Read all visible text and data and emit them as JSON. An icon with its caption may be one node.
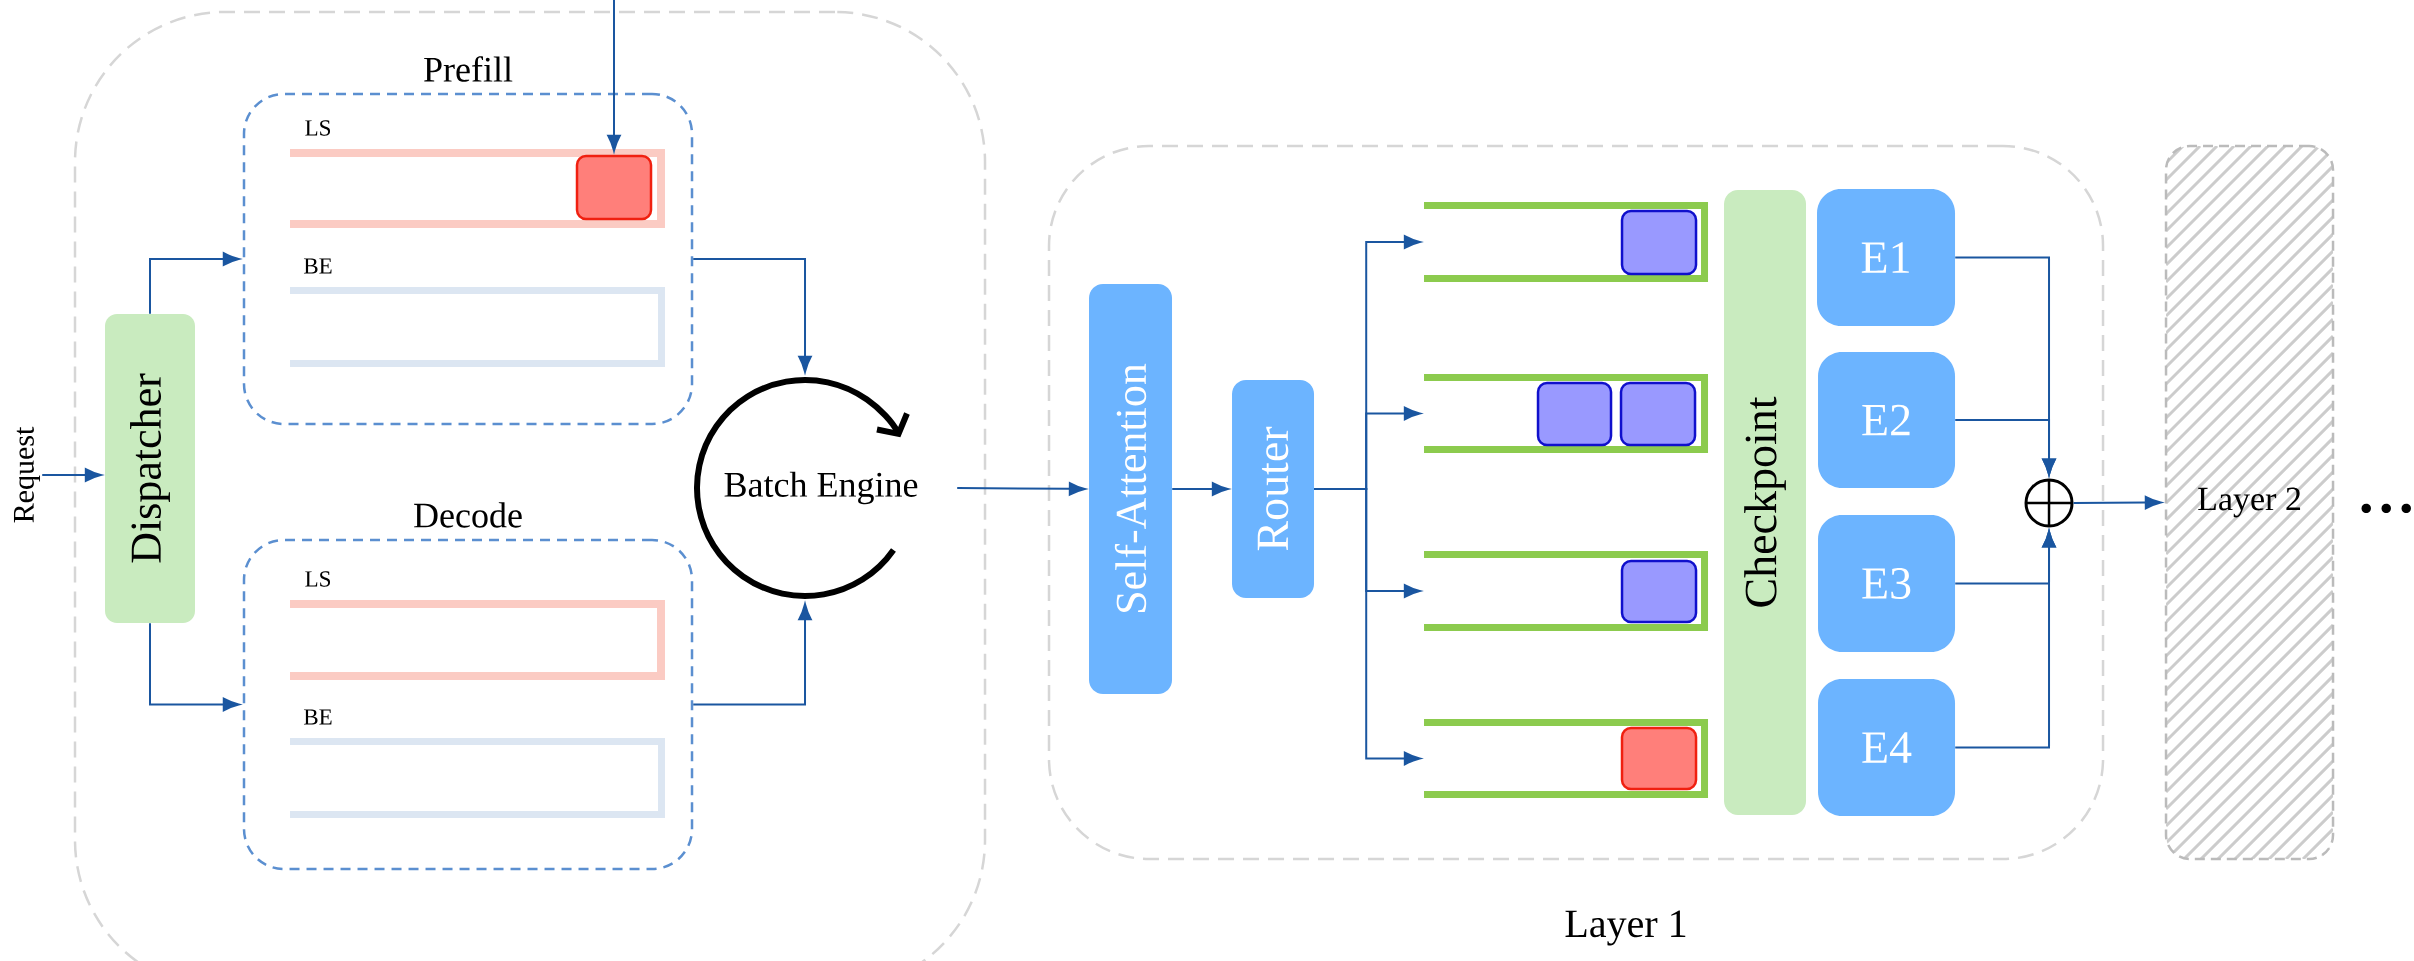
{
  "diagram": {
    "nodes": [
      {
        "text": [],
        "shape": "box"
      },
      {
        "text": [
          "Request"
        ]
      },
      {
        "text": [
          "Dispatcher"
        ],
        "in": 0
      },
      {
        "text": [
          "Prefill"
        ],
        "in": 0
      },
      {
        "text": [
          "LS"
        ],
        "in": 3
      },
      {
        "text": [],
        "shape": "box",
        "in": 4
      },
      {
        "text": [
          "BE"
        ],
        "in": 3
      },
      {
        "text": [
          "Decode"
        ],
        "in": 0
      },
      {
        "text": [
          "LS"
        ],
        "in": 7
      },
      {
        "text": [
          "BE"
        ],
        "in": 7
      },
      {
        "text": [
          "Batch Engine"
        ],
        "in": 0
      },
      {
        "text": [
          "Layer 1"
        ]
      },
      {
        "text": [
          "Self-Attention"
        ],
        "in": 11
      },
      {
        "text": [
          "Router"
        ],
        "in": 11
      },
      {
        "text": [],
        "shape": "box",
        "in": 11
      },
      {
        "text": [],
        "shape": "box",
        "in": 14
      },
      {
        "text": [],
        "shape": "box",
        "in": 11
      },
      {
        "text": [],
        "shape": "box",
        "in": 16
      },
      {
        "text": [],
        "shape": "box",
        "in": 16
      },
      {
        "text": [],
        "shape": "box",
        "in": 11
      },
      {
        "text": [],
        "shape": "box",
        "in": 19
      },
      {
        "text": [],
        "shape": "box",
        "in": 11
      },
      {
        "text": [],
        "shape": "box",
        "in": 21
      },
      {
        "text": [
          "Checkpoint"
        ],
        "in": 11
      },
      {
        "text": [
          "E1"
        ],
        "in": 11
      },
      {
        "text": [
          "E2"
        ],
        "in": 11
      },
      {
        "text": [
          "E3"
        ],
        "in": 11
      },
      {
        "text": [
          "E4"
        ],
        "in": 11
      },
      {
        "text": [],
        "shape": "circle",
        "in": 11
      },
      {
        "text": [
          "Layer 2"
        ]
      }
    ],
    "edges": [
      {
        "from": null,
        "to": 5,
        "arrow": "to"
      },
      {
        "from": 1,
        "to": 2,
        "arrow": "to"
      },
      {
        "from": 2,
        "to": 3,
        "arrow": "to"
      },
      {
        "from": 2,
        "to": 7,
        "arrow": "to"
      },
      {
        "from": 3,
        "to": 10,
        "arrow": "to"
      },
      {
        "from": 7,
        "to": 10,
        "arrow": "to"
      },
      {
        "from": 10,
        "to": 12,
        "arrow": "to"
      },
      {
        "from": 12,
        "to": 13,
        "arrow": "to"
      },
      {
        "from": 13,
        "to": 14,
        "arrow": "to"
      },
      {
        "from": 13,
        "to": 16,
        "arrow": "to"
      },
      {
        "from": 13,
        "to": 19,
        "arrow": "to"
      },
      {
        "from": 13,
        "to": 21,
        "arrow": "to"
      },
      {
        "from": 24,
        "to": 28,
        "arrow": "to"
      },
      {
        "from": 25,
        "to": 28,
        "arrow": "to"
      },
      {
        "from": 26,
        "to": 28,
        "arrow": "to"
      },
      {
        "from": 27,
        "to": 28,
        "arrow": "to"
      },
      {
        "from": 28,
        "to": 29,
        "arrow": "to"
      }
    ],
    "labels": [
      "..."
    ]
  }
}
